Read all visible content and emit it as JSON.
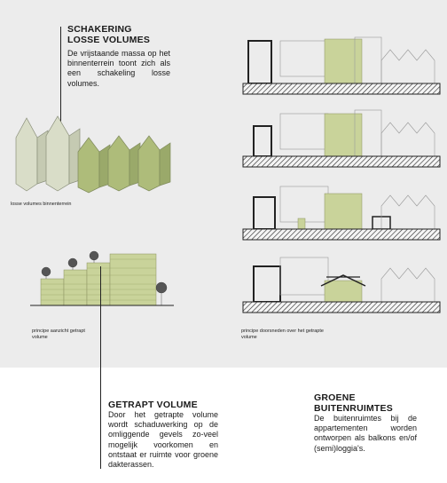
{
  "sections": {
    "schakering": {
      "title_line1": "SCHAKERING",
      "title_line2": "LOSSE VOLUMES",
      "body": "De vrijstaande massa op het binnenterrein toont zich als een schakeling losse volumes."
    },
    "getrapt": {
      "title": "GETRAPT VOLUME",
      "body": "Door het getrapte volume wordt schaduwerking op de omliggende gevels zo-veel mogelijk voorkomen en ontstaat er ruimte voor groene dakterassen."
    },
    "groene": {
      "title_line1": "GROENE",
      "title_line2": "BUITENRUIMTES",
      "body": "De buitenruimtes bij de appartementen worden ontworpen als balkons en/of (semi)loggia's."
    }
  },
  "captions": {
    "losse_volumes": "losse volumes binnenterrein",
    "aanzicht_line1": "principe aanzicht getrapt",
    "aanzicht_line2": "volume",
    "doorsneden_line1": "principe doorsneden over het getrapte",
    "doorsneden_line2": "volume"
  },
  "colors": {
    "panel": "#ececec",
    "green_light": "#c9d39a",
    "green_mid": "#aebc7a",
    "green_pale": "#d9ddc8",
    "ground": "#2a2a2a"
  }
}
